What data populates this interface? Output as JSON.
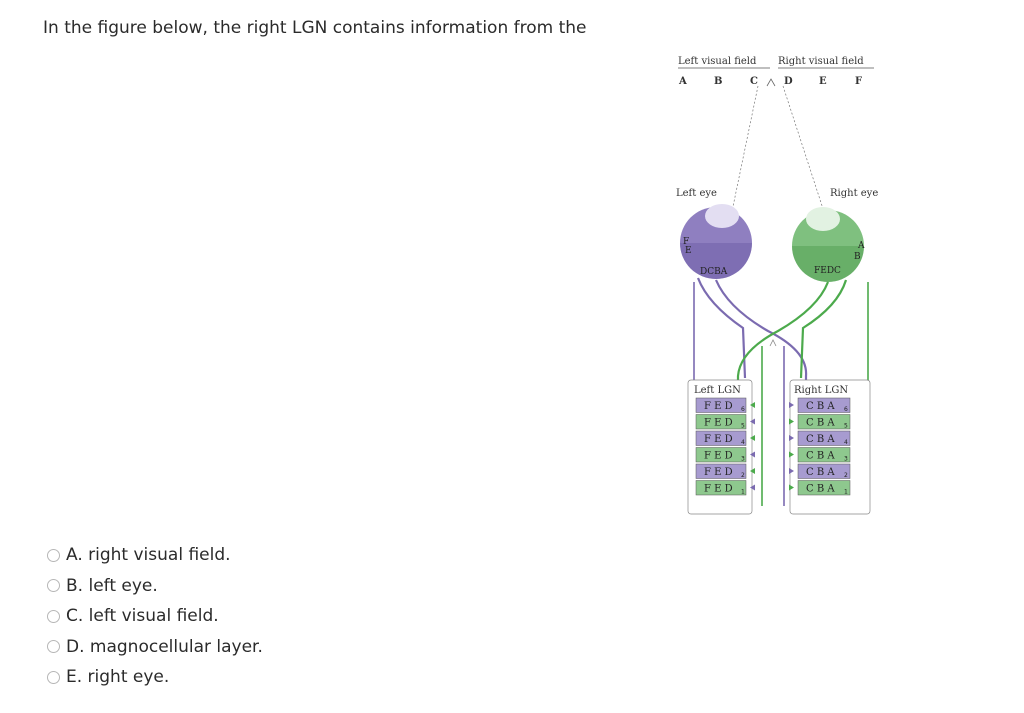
{
  "question": {
    "text": "In the figure below, the right LGN contains information from the"
  },
  "figure": {
    "left_field_label": "Left visual field",
    "right_field_label": "Right visual field",
    "field_letters": [
      "A",
      "B",
      "C",
      "D",
      "E",
      "F"
    ],
    "left_eye_label": "Left eye",
    "right_eye_label": "Right eye",
    "left_retina_text": "DCBA",
    "left_retina_letter_e": "E",
    "left_retina_letter_f": "F",
    "right_retina_text": "FEDC",
    "right_retina_letter_b": "B",
    "right_retina_letter_a": "A",
    "left_lgn_label": "Left LGN",
    "right_lgn_label": "Right LGN",
    "left_lgn_layers": [
      "F E D",
      "F E D",
      "F E D",
      "F E D",
      "F E D",
      "F E D"
    ],
    "right_lgn_layers": [
      "C B A",
      "C B A",
      "C B A",
      "C B A",
      "C B A",
      "C B A"
    ],
    "layer_numbers": [
      "6",
      "5",
      "4",
      "3",
      "2",
      "1"
    ],
    "colors": {
      "left_eye": "#8f7fc0",
      "right_eye": "#7fc07f",
      "left_fiber": "#7b6bb0",
      "right_fiber": "#4caa4c",
      "lgn_purple": "#a79bd0",
      "lgn_green": "#8ec88e"
    }
  },
  "options": [
    {
      "label": "A. right visual field."
    },
    {
      "label": "B. left eye."
    },
    {
      "label": "C. left visual field."
    },
    {
      "label": "D. magnocellular layer."
    },
    {
      "label": "E. right eye."
    }
  ]
}
